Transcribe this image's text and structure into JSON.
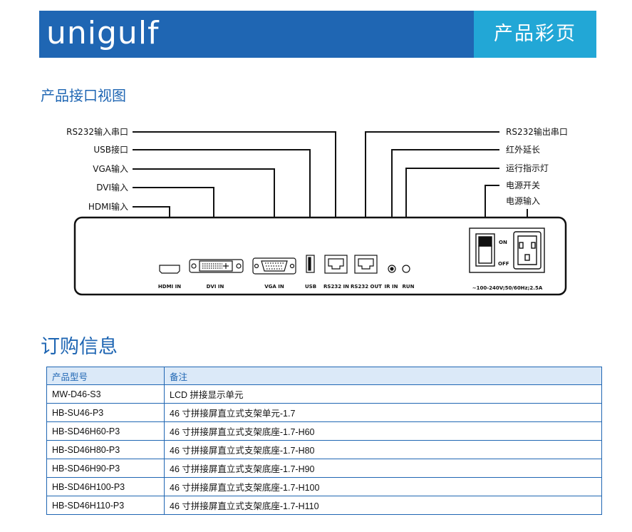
{
  "header": {
    "brand": "unigulf",
    "badge": "产品彩页"
  },
  "section1": {
    "title": "产品接口视图"
  },
  "diagram": {
    "left_labels": [
      "RS232输入串口",
      "USB接口",
      "VGA输入",
      "DVI输入",
      "HDMI输入"
    ],
    "right_labels": [
      "RS232输出串口",
      "红外延长",
      "运行指示灯",
      "电源开关",
      "电源输入"
    ],
    "port_labels": [
      "HDMI IN",
      "DVI IN",
      "VGA IN",
      "USB",
      "RS232 IN",
      "RS232 OUT",
      "IR IN",
      "RUN"
    ],
    "switch_on": "ON",
    "switch_off": "OFF",
    "power_spec": "~100-240V;50/60Hz;2.5A"
  },
  "section2": {
    "title": "订购信息"
  },
  "table": {
    "headers": [
      "产品型号",
      "备注"
    ],
    "rows": [
      [
        "MW-D46-S3",
        "LCD 拼接显示单元"
      ],
      [
        "HB-SU46-P3",
        "46 寸拼接屏直立式支架单元-1.7"
      ],
      [
        "HB-SD46H60-P3",
        "46 寸拼接屏直立式支架底座-1.7-H60"
      ],
      [
        "HB-SD46H80-P3",
        "46 寸拼接屏直立式支架底座-1.7-H80"
      ],
      [
        "HB-SD46H90-P3",
        "46 寸拼接屏直立式支架底座-1.7-H90"
      ],
      [
        "HB-SD46H100-P3",
        "46 寸拼接屏直立式支架底座-1.7-H100"
      ],
      [
        "HB-SD46H110-P3",
        "46 寸拼接屏直立式支架底座-1.7-H110"
      ]
    ]
  }
}
